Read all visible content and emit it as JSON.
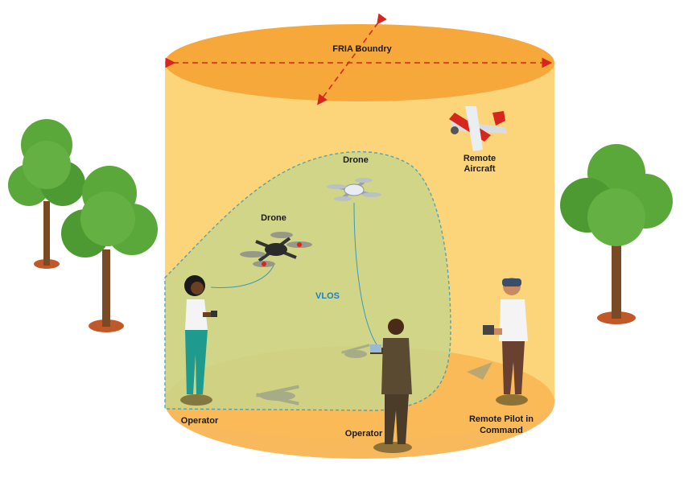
{
  "boundary": {
    "label": "FRIA Boundry"
  },
  "vlos": {
    "label": "VLOS"
  },
  "drones": [
    {
      "label": "Drone"
    },
    {
      "label": "Drone"
    }
  ],
  "aircraft": {
    "label_line1": "Remote",
    "label_line2": "Aircraft"
  },
  "operators": [
    {
      "label": "Operator"
    },
    {
      "label": "Operator"
    }
  ],
  "rpic": {
    "label_line1": "Remote Pilot in",
    "label_line2": "Command"
  },
  "colors": {
    "cylinder_top": "#f6a83a",
    "cylinder_body": "#fcd57a",
    "cylinder_floor": "#f7b14a",
    "vlos_fill": "#c9d68a",
    "vlos_stroke": "#3a9ab8",
    "boundary_arrow": "#d7261e",
    "tree_foliage": "#5aa83a",
    "tree_trunk": "#7a4a24"
  }
}
